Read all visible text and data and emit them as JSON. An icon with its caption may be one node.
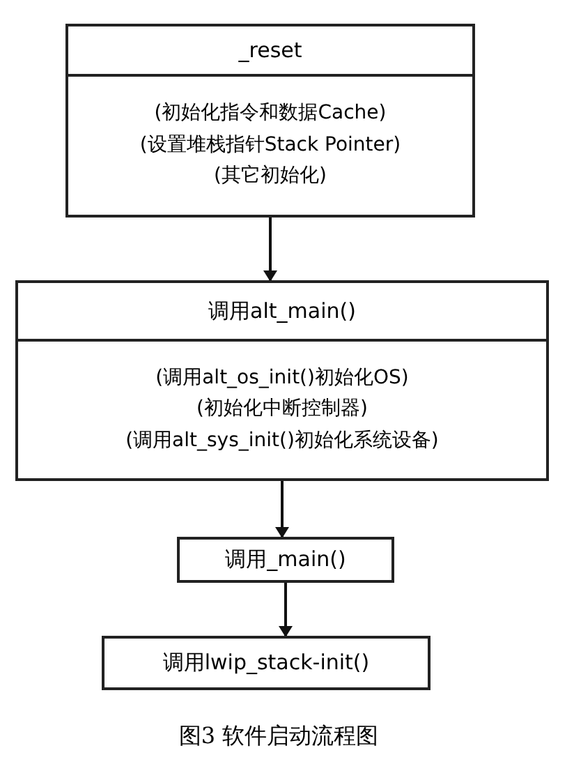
{
  "diagram": {
    "caption": "图3 软件启动流程图",
    "nodes": [
      {
        "text": [
          "_reset",
          "(初始化指令和数据Cache)",
          "(设置堆栈指针Stack Pointer)",
          "(其它初始化)"
        ]
      },
      {
        "text": [
          "调用alt_main()",
          "(调用alt_os_init()初始化OS)",
          "(初始化中断控制器)",
          "(调用alt_sys_init()初始化系统设备)"
        ]
      },
      {
        "text": [
          "调用_main()"
        ]
      },
      {
        "text": [
          "调用lwip_stack-init()"
        ]
      }
    ],
    "edges": [
      {
        "from": 0,
        "to": 1,
        "arrow": "to"
      },
      {
        "from": 1,
        "to": 2,
        "arrow": "to"
      },
      {
        "from": 2,
        "to": 3,
        "arrow": "to"
      }
    ]
  }
}
